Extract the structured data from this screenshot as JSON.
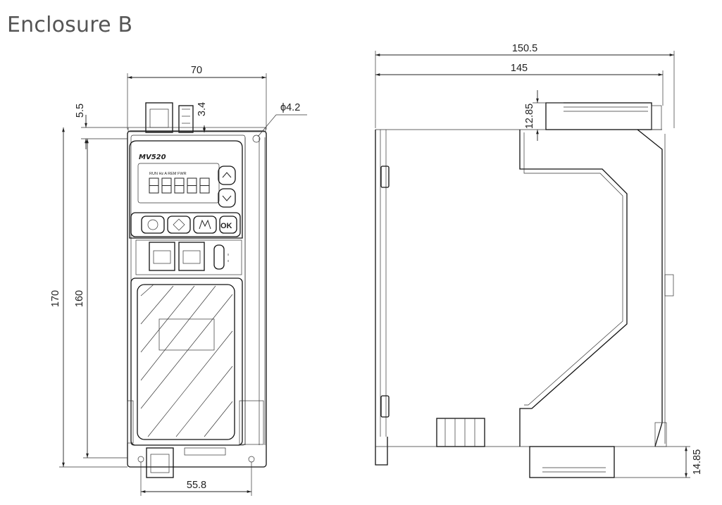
{
  "title": "Enclosure B",
  "front_view": {
    "width": "70",
    "top_offset": "5.5",
    "clip_gap": "3.4",
    "hole_diameter": "ϕ4.2",
    "total_height": "170",
    "body_height": "160",
    "bottom_width": "55.8",
    "logo": "MV520",
    "status_labels": "RUN Hz A REM FWR",
    "ok_key": "OK"
  },
  "side_view": {
    "overall_depth": "150.5",
    "body_depth": "145",
    "top_clip_height": "12.85",
    "bottom_clip_height": "14.85"
  }
}
